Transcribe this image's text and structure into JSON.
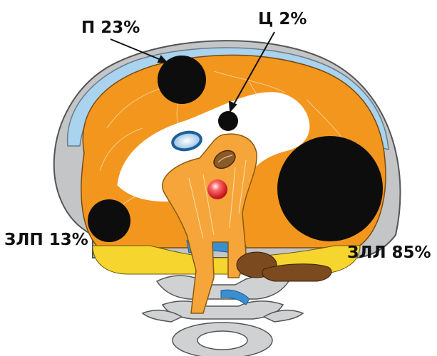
{
  "labels": {
    "p": "П 23%",
    "c": "Ц 2%",
    "zlp": "ЗЛП 13%",
    "zll": "ЗЛЛ 85%"
  },
  "colors": {
    "orange": "#f2961e",
    "white": "#ffffff",
    "blue": "#a9d3ee",
    "gray": "#b9bbbd",
    "outline": "#555555",
    "black": "#0d0d0d",
    "yellow": "#f5d52e",
    "brown": "#7b4a1f",
    "vessel_blue": "#3a8fd0",
    "red": "#e8262e"
  }
}
